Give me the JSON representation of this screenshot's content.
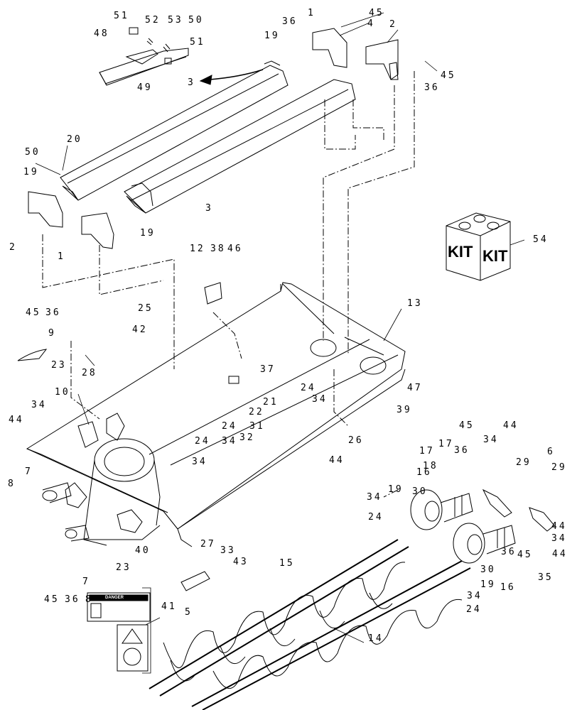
{
  "diagram": {
    "kit_box": {
      "labels": [
        "KIT",
        "KIT"
      ]
    },
    "danger_decal": {
      "heading": "DANGER"
    },
    "callouts": [
      {
        "id": "c51a",
        "text": "51"
      },
      {
        "id": "c52",
        "text": "52"
      },
      {
        "id": "c53",
        "text": "53"
      },
      {
        "id": "c50a",
        "text": "50"
      },
      {
        "id": "c51b",
        "text": "51"
      },
      {
        "id": "c48",
        "text": "48"
      },
      {
        "id": "c49",
        "text": "49"
      },
      {
        "id": "c3a",
        "text": "3"
      },
      {
        "id": "c19a",
        "text": "19"
      },
      {
        "id": "c36a",
        "text": "36"
      },
      {
        "id": "c1a",
        "text": "1"
      },
      {
        "id": "c45a",
        "text": "45"
      },
      {
        "id": "c4",
        "text": "4"
      },
      {
        "id": "c2a",
        "text": "2"
      },
      {
        "id": "c45b",
        "text": "45"
      },
      {
        "id": "c36b",
        "text": "36"
      },
      {
        "id": "c50b",
        "text": "50"
      },
      {
        "id": "c20",
        "text": "20"
      },
      {
        "id": "c19b",
        "text": "19"
      },
      {
        "id": "c3b",
        "text": "3"
      },
      {
        "id": "c2b",
        "text": "2"
      },
      {
        "id": "c1b",
        "text": "1"
      },
      {
        "id": "c19c",
        "text": "19"
      },
      {
        "id": "c54",
        "text": "54"
      },
      {
        "id": "c12",
        "text": "12"
      },
      {
        "id": "c38",
        "text": "38"
      },
      {
        "id": "c46",
        "text": "46"
      },
      {
        "id": "c13",
        "text": "13"
      },
      {
        "id": "c45c",
        "text": "45"
      },
      {
        "id": "c36c",
        "text": "36"
      },
      {
        "id": "c9",
        "text": "9"
      },
      {
        "id": "c23a",
        "text": "23"
      },
      {
        "id": "c25",
        "text": "25"
      },
      {
        "id": "c42",
        "text": "42"
      },
      {
        "id": "c37",
        "text": "37"
      },
      {
        "id": "c28",
        "text": "28"
      },
      {
        "id": "c10",
        "text": "10"
      },
      {
        "id": "c34a",
        "text": "34"
      },
      {
        "id": "c44a",
        "text": "44"
      },
      {
        "id": "c24a",
        "text": "24"
      },
      {
        "id": "c34b",
        "text": "34"
      },
      {
        "id": "c22",
        "text": "22"
      },
      {
        "id": "c21",
        "text": "21"
      },
      {
        "id": "c47",
        "text": "47"
      },
      {
        "id": "c39",
        "text": "39"
      },
      {
        "id": "c24b",
        "text": "24"
      },
      {
        "id": "c31",
        "text": "31"
      },
      {
        "id": "c24c",
        "text": "24"
      },
      {
        "id": "c34c",
        "text": "34"
      },
      {
        "id": "c32",
        "text": "32"
      },
      {
        "id": "c26",
        "text": "26"
      },
      {
        "id": "c34d",
        "text": "34"
      },
      {
        "id": "c44b",
        "text": "44"
      },
      {
        "id": "c7a",
        "text": "7"
      },
      {
        "id": "c8a",
        "text": "8"
      },
      {
        "id": "c40",
        "text": "40"
      },
      {
        "id": "c23b",
        "text": "23"
      },
      {
        "id": "c7b",
        "text": "7"
      },
      {
        "id": "c8b",
        "text": "8"
      },
      {
        "id": "c45d",
        "text": "45"
      },
      {
        "id": "c36d",
        "text": "36"
      },
      {
        "id": "c45e",
        "text": "45"
      },
      {
        "id": "c34e",
        "text": "34"
      },
      {
        "id": "c44c",
        "text": "44"
      },
      {
        "id": "c17a",
        "text": "17"
      },
      {
        "id": "c17b",
        "text": "17"
      },
      {
        "id": "c16a",
        "text": "16"
      },
      {
        "id": "c18",
        "text": "18"
      },
      {
        "id": "c36e",
        "text": "36"
      },
      {
        "id": "c6",
        "text": "6"
      },
      {
        "id": "c29a",
        "text": "29"
      },
      {
        "id": "c29b",
        "text": "29"
      },
      {
        "id": "c19d",
        "text": "19"
      },
      {
        "id": "c30a",
        "text": "30"
      },
      {
        "id": "c34f",
        "text": "34"
      },
      {
        "id": "c24d",
        "text": "24"
      },
      {
        "id": "c44d",
        "text": "44"
      },
      {
        "id": "c34g",
        "text": "34"
      },
      {
        "id": "c36f",
        "text": "36"
      },
      {
        "id": "c45f",
        "text": "45"
      },
      {
        "id": "c44e",
        "text": "44"
      },
      {
        "id": "c35",
        "text": "35"
      },
      {
        "id": "c27",
        "text": "27"
      },
      {
        "id": "c33",
        "text": "33"
      },
      {
        "id": "c43",
        "text": "43"
      },
      {
        "id": "c15",
        "text": "15"
      },
      {
        "id": "c30b",
        "text": "30"
      },
      {
        "id": "c19e",
        "text": "19"
      },
      {
        "id": "c16b",
        "text": "16"
      },
      {
        "id": "c34h",
        "text": "34"
      },
      {
        "id": "c24e",
        "text": "24"
      },
      {
        "id": "c41",
        "text": "41"
      },
      {
        "id": "c5",
        "text": "5"
      },
      {
        "id": "c14",
        "text": "14"
      }
    ]
  }
}
